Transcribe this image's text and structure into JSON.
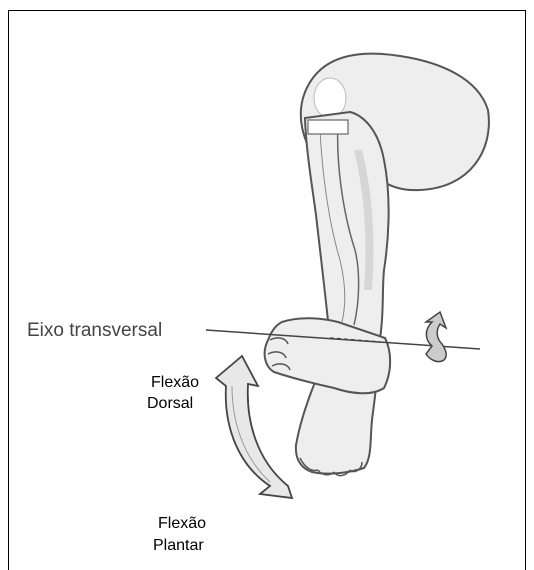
{
  "labels": {
    "axis": "Eixo transversal",
    "dorsal_line1": "Flexão",
    "dorsal_line2": "Dorsal",
    "plantar_line1": "Flexão",
    "plantar_line2": "Plantar"
  },
  "colors": {
    "line": "#444444",
    "fill": "#eeeeee",
    "shade": "#cfcfcf"
  }
}
